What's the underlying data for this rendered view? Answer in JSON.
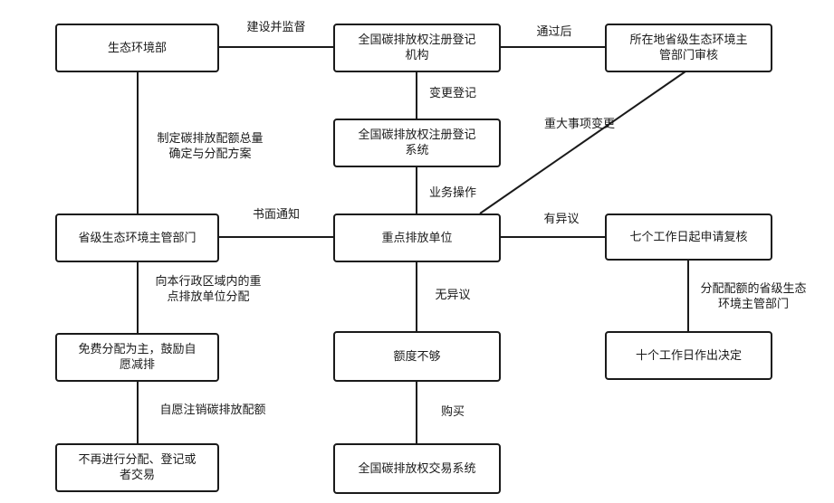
{
  "nodes": {
    "ministry": "生态环境部",
    "registry_org": "全国碳排放权注册登记\n机构",
    "prov_review": "所在地省级生态环境主\n管部门审核",
    "registry_sys": "全国碳排放权注册登记\n系统",
    "prov_dept": "省级生态环境主管部门",
    "key_unit": "重点排放单位",
    "seven_days": "七个工作日起申请复核",
    "free_alloc": "免费分配为主，鼓励自\n愿减排",
    "quota_short": "额度不够",
    "ten_days": "十个工作日作出决定",
    "no_more": "不再进行分配、登记或\n者交易",
    "trade_sys": "全国碳排放权交易系统"
  },
  "edges": {
    "build_supervise": "建设并监督",
    "after_pass": "通过后",
    "change_reg": "变更登记",
    "major_change": "重大事项变更",
    "quota_plan": "制定碳排放配额总量\n确定与分配方案",
    "business_op": "业务操作",
    "written_notice": "书面通知",
    "objection": "有异议",
    "allocate_units": "向本行政区域内的重\n点排放单位分配",
    "no_objection": "无异议",
    "prov_alloc": "分配配额的省级生态\n环境主管部门",
    "voluntary_cancel": "自愿注销碳排放配额",
    "buy": "购买"
  }
}
